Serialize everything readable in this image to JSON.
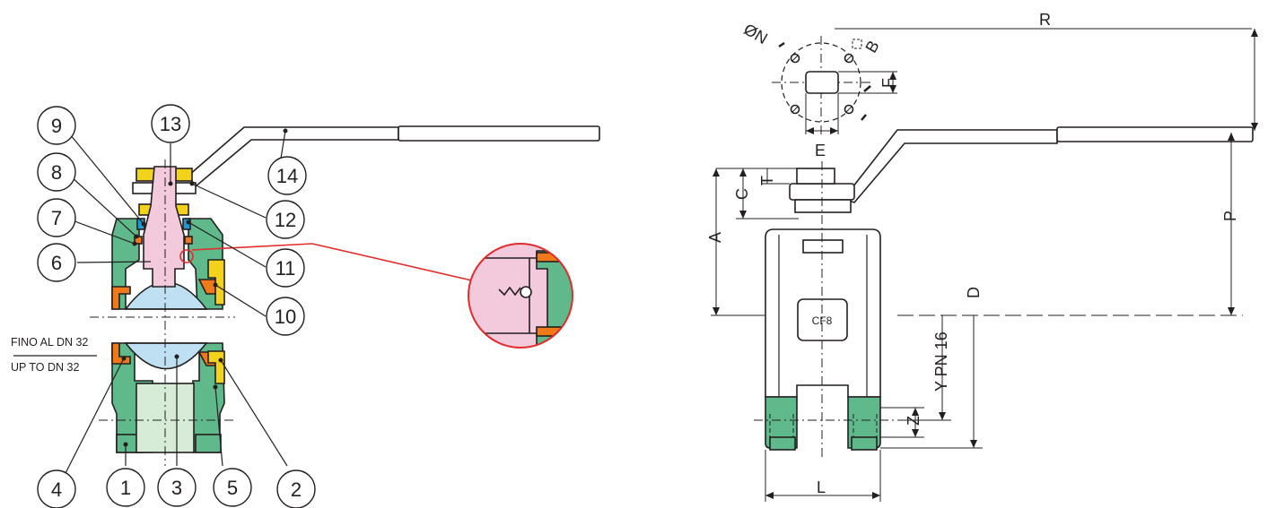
{
  "colors": {
    "body_green": "#5fb98a",
    "seat_orange": "#f07a1a",
    "stem_pink": "#f3c9dc",
    "ball_blue": "#bfe0f2",
    "gland_yellow": "#f2d21b",
    "packing_blue": "#1b9ad6",
    "leader_red": "#e22b2b",
    "line_black": "#231f20"
  },
  "left_view": {
    "callouts": [
      "1",
      "2",
      "3",
      "4",
      "5",
      "6",
      "7",
      "8",
      "9",
      "10",
      "11",
      "12",
      "13",
      "14"
    ],
    "note_line1": "FINO AL DN 32",
    "note_line2": "UP TO DN 32"
  },
  "right_view": {
    "body_marking": "CF8",
    "dims": {
      "R": "R",
      "N": "ØN",
      "B": "B",
      "F": "F",
      "E": "E",
      "T": "T",
      "C": "C",
      "A": "A",
      "P": "P",
      "D": "D",
      "Y": "Y PN 16",
      "Z": "Z",
      "L": "L"
    }
  }
}
